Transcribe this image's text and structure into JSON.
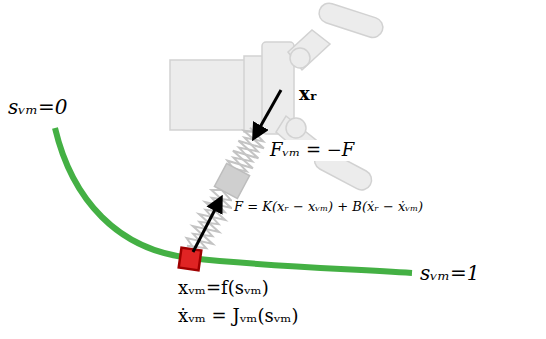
{
  "diagram": {
    "labels": [
      "sᵥₘ=0",
      "xᵣ",
      "Fᵥₘ = −F",
      "F = K(xᵣ − xᵥₘ) + B(ẋᵣ − ẋᵥₘ)",
      "sᵥₘ=1",
      "xᵥₘ=f(sᵥₘ)",
      "ẋᵥₘ = Jᵥₘ(sᵥₘ)"
    ]
  }
}
